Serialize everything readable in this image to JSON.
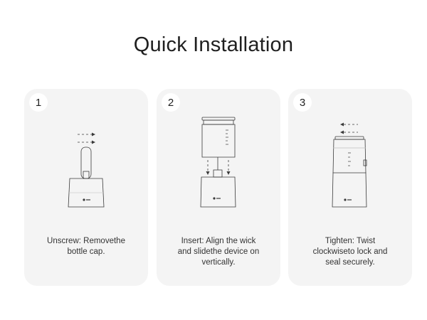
{
  "title": "Quick Installation",
  "steps": [
    {
      "number": "1",
      "lines": [
        "Unscrew: Removethe",
        "bottle cap."
      ]
    },
    {
      "number": "2",
      "lines": [
        "Insert: Align the wick",
        "and slidethe device on",
        "vertically."
      ]
    },
    {
      "number": "3",
      "lines": [
        "Tighten: Twist",
        "clockwiseto lock and",
        "seal securely."
      ]
    }
  ],
  "colors": {
    "card": "#f4f4f4",
    "line": "#3a3a3a",
    "badge": "#ffffff"
  },
  "icons": [
    "arrow-right-icon",
    "arrow-down-icon",
    "arrow-left-icon",
    "brand-logo-icon"
  ]
}
